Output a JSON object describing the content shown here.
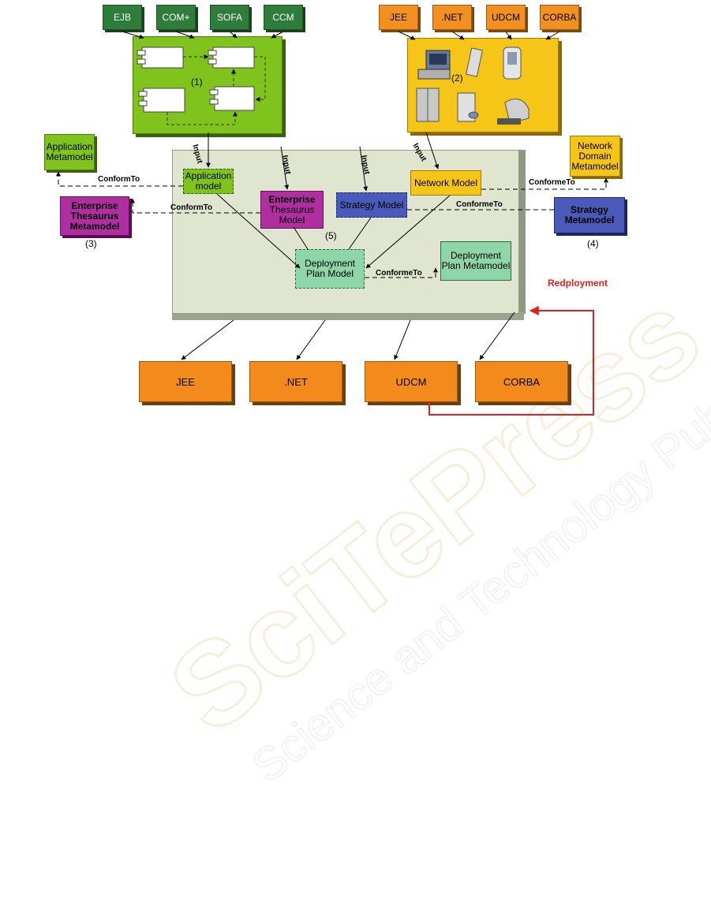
{
  "top_left_techs": [
    "EJB",
    "COM+",
    "SOFA",
    "CCM"
  ],
  "top_right_techs": [
    "JEE",
    ".NET",
    "UDCM",
    "CORBA"
  ],
  "bottom_targets": [
    "JEE",
    ".NET",
    "UDCM",
    "CORBA"
  ],
  "labels": {
    "num1": "(1)",
    "num2": "(2)",
    "num3": "(3)",
    "num4": "(4)",
    "num5": "(5)",
    "input": "Input",
    "conform_to": "ConformTo",
    "conforme_to": "ConformeTo",
    "redeployment": "Redployment"
  },
  "metamodels": {
    "application": "Application Metamodel",
    "enterprise_thesaurus": "Enterprise Thesaurus Metamodel",
    "network_domain": "Network Domain Metamodel",
    "strategy": "Strategy Metamodel",
    "deployment_plan": "Deployment Plan Metamodel"
  },
  "models": {
    "application": "Application model",
    "enterprise_thesaurus_line1": "Enterprise",
    "enterprise_thesaurus_line2": "Thesaurus Model",
    "strategy": "Strategy Model",
    "network": "Network Model",
    "deployment_plan": "Deployment Plan Model"
  },
  "watermark": "SciTePress Science and Technology Publications",
  "colors": {
    "green_light": "#7fc31c",
    "green_dark": "#2e7d3a",
    "yellow": "#f5c518",
    "orange": "#f28a1c",
    "purple": "#b02fa0",
    "blue": "#4a5ab8",
    "mint": "#8ed6a8",
    "panel": "#dfe5cf",
    "red": "#e02020"
  }
}
